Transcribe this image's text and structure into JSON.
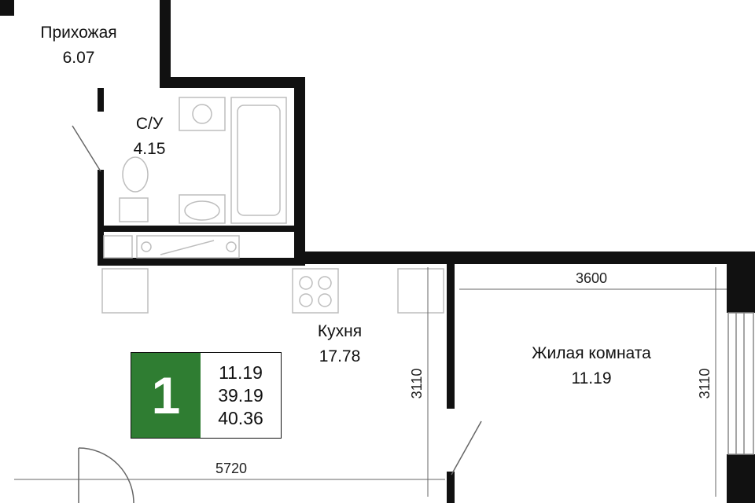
{
  "rooms": {
    "hallway": {
      "name": "Прихожая",
      "area": "6.07"
    },
    "bathroom": {
      "name": "С/У",
      "area": "4.15"
    },
    "kitchen": {
      "name": "Кухня",
      "area": "17.78"
    },
    "living": {
      "name": "Жилая комната",
      "area": "11.19"
    }
  },
  "dimensions": {
    "living_width": "3600",
    "kitchen_depth": "3110",
    "living_depth": "3110",
    "total_width": "5720"
  },
  "badge": {
    "rooms_count": "1",
    "living_area": "11.19",
    "total_area": "39.19",
    "total_area_with_balcony": "40.36",
    "accent_color": "#2f7d32"
  },
  "colors": {
    "wall": "#111111",
    "fixture": "#bdbdbd"
  }
}
